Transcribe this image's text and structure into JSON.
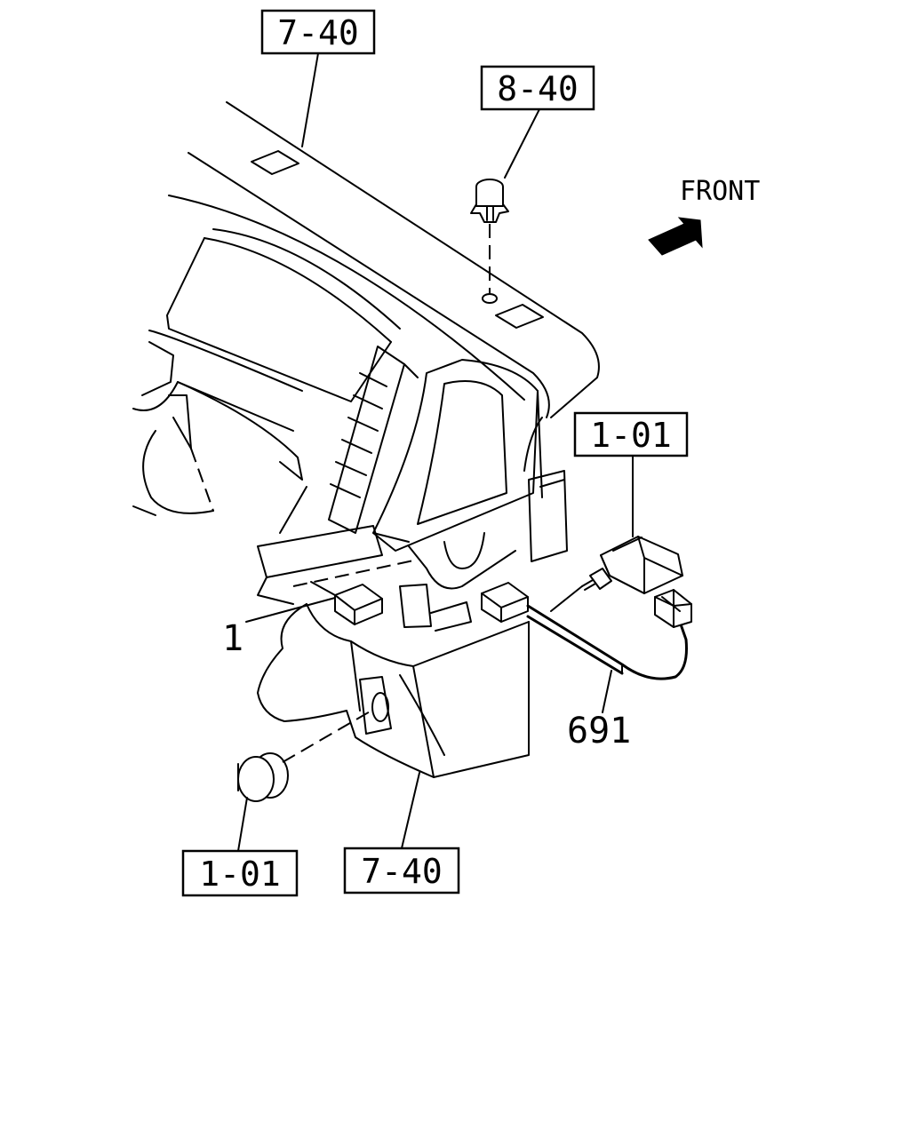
{
  "direction": {
    "text": "FRONT"
  },
  "callouts": {
    "top_panel": "7-40",
    "clip": "8-40",
    "switch_right": "1-01",
    "part_1": "1",
    "harness": "691",
    "plug_bottom": "1-01",
    "lower_cover": "7-40"
  },
  "colors": {
    "line": "#000000",
    "background": "#ffffff"
  }
}
